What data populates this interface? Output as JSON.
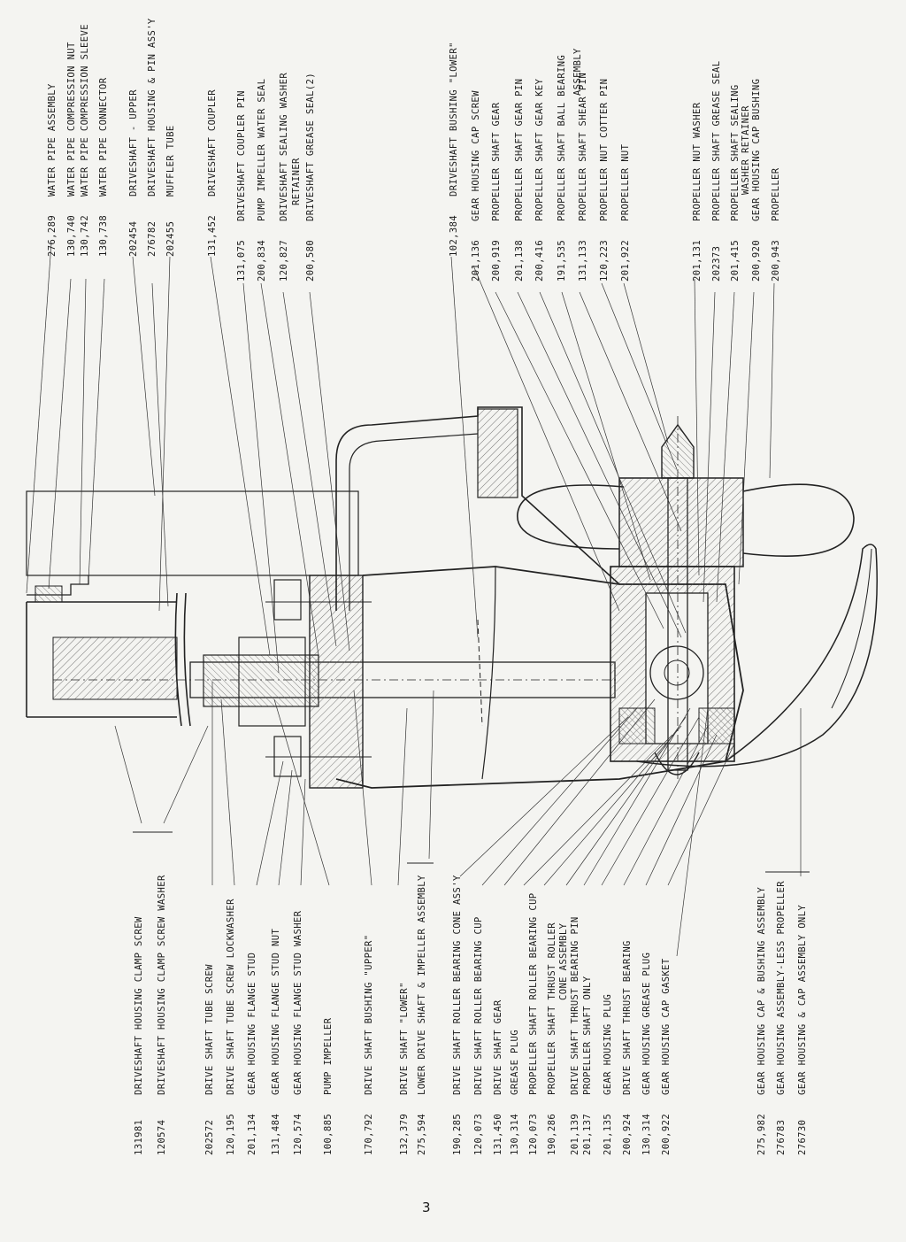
{
  "page_number": "3",
  "parts_top": [
    {
      "num": "276,289",
      "desc": "WATER PIPE ASSEMBLY"
    },
    {
      "num": "130,740",
      "desc": "WATER PIPE COMPRESSION NUT"
    },
    {
      "num": "130,742",
      "desc": "WATER PIPE COMPRESSION SLEEVE"
    },
    {
      "num": "130,738",
      "desc": "WATER PIPE CONNECTOR"
    },
    {
      "num": "202454",
      "desc": "DRIVESHAFT - UPPER"
    },
    {
      "num": "276782",
      "desc": "DRIVESHAFT HOUSING & PIN ASS'Y"
    },
    {
      "num": "202455",
      "desc": "MUFFLER TUBE"
    },
    {
      "num": "131,452",
      "desc": "DRIVESHAFT COUPLER"
    },
    {
      "num": "131,075",
      "desc": "DRIVESHAFT COUPLER PIN"
    },
    {
      "num": "200,834",
      "desc": "PUMP IMPELLER WATER SEAL"
    },
    {
      "num": "120,827",
      "desc": "DRIVESHAFT SEALING WASHER",
      "desc2": "RETAINER"
    },
    {
      "num": "200,580",
      "desc": "DRIVESHAFT GREASE SEAL(2)"
    },
    {
      "num": "102,384",
      "desc": "DRIVESHAFT BUSHING \"LOWER\""
    },
    {
      "num": "201,136",
      "desc": "GEAR HOUSING CAP SCREW"
    },
    {
      "num": "200,919",
      "desc": "PROPELLER SHAFT GEAR"
    },
    {
      "num": "201,138",
      "desc": "PROPELLER SHAFT GEAR PIN"
    },
    {
      "num": "200,416",
      "desc": "PROPELLER SHAFT GEAR KEY"
    },
    {
      "num": "191,535",
      "desc": "PROPELLER SHAFT BALL BEARING",
      "desc2": "ASSEMBLY"
    },
    {
      "num": "131,133",
      "desc": "PROPELLER SHAFT SHEAR PIN"
    },
    {
      "num": "120,223",
      "desc": "PROPELLER NUT COTTER PIN"
    },
    {
      "num": "201,922",
      "desc": "PROPELLER NUT"
    },
    {
      "num": "201,131",
      "desc": "PROPELLER NUT WASHER"
    },
    {
      "num": "202373",
      "desc": "PROPELLER SHAFT GREASE SEAL"
    },
    {
      "num": "201,415",
      "desc": "PROPELLER SHAFT SEALING",
      "desc2": "WASHER RETAINER"
    },
    {
      "num": "200,920",
      "desc": "GEAR HOUSING CAP BUSHING"
    },
    {
      "num": "200,943",
      "desc": "PROPELLER"
    }
  ],
  "parts_bottom": [
    {
      "num": "131981",
      "desc": "DRIVESHAFT HOUSING CLAMP SCREW"
    },
    {
      "num": "120574",
      "desc": "DRIVESHAFT HOUSING CLAMP SCREW WASHER"
    },
    {
      "num": "202572",
      "desc": "DRIVE SHAFT TUBE SCREW"
    },
    {
      "num": "120,195",
      "desc": "DRIVE SHAFT TUBE SCREW LOCKWASHER"
    },
    {
      "num": "201,134",
      "desc": "GEAR HOUSING FLANGE STUD"
    },
    {
      "num": "131,484",
      "desc": "GEAR HOUSING FLANGE STUD NUT"
    },
    {
      "num": "120,574",
      "desc": "GEAR HOUSING FLANGE STUD WASHER"
    },
    {
      "num": "100,885",
      "desc": "PUMP IMPELLER"
    },
    {
      "num": "170,792",
      "desc": "DRIVE SHAFT BUSHING \"UPPER\""
    },
    {
      "num": "132,379",
      "desc": "DRIVE SHAFT \"LOWER\""
    },
    {
      "num": "275,594",
      "desc": "LOWER DRIVE SHAFT & IMPELLER ASSEMBLY"
    },
    {
      "num": "190,285",
      "desc": "DRIVE SHAFT ROLLER BEARING CONE ASS'Y"
    },
    {
      "num": "120,073",
      "desc": "DRIVE SHAFT ROLLER BEARING CUP"
    },
    {
      "num": "131,450",
      "desc": "DRIVE SHAFT GEAR"
    },
    {
      "num": "130,314",
      "desc": "GREASE PLUG"
    },
    {
      "num": "120,073",
      "desc": "PROPELLER SHAFT ROLLER BEARING CUP"
    },
    {
      "num": "190,286",
      "desc": "PROPELLER SHAFT THRUST ROLLER",
      "desc2": "CONE ASSEMBLY"
    },
    {
      "num": "201,139",
      "desc": "DRIVE SHAFT THRUST BEARING PIN"
    },
    {
      "num": "201,137",
      "desc": "PROPELLER SHAFT ONLY"
    },
    {
      "num": "201,135",
      "desc": "GEAR HOUSING PLUG"
    },
    {
      "num": "200,924",
      "desc": "DRIVE SHAFT THRUST BEARING"
    },
    {
      "num": "130,314",
      "desc": "GEAR HOUSING GREASE PLUG"
    },
    {
      "num": "200,922",
      "desc": "GEAR HOUSING CAP GASKET"
    },
    {
      "num": "275,982",
      "desc": "GEAR HOUSING CAP & BUSHING ASSEMBLY"
    },
    {
      "num": "276783",
      "desc": "GEAR HOUSING ASSEMBLY-LESS PROPELLER"
    },
    {
      "num": "276730",
      "desc": "GEAR HOUSING & CAP ASSEMBLY ONLY"
    }
  ]
}
